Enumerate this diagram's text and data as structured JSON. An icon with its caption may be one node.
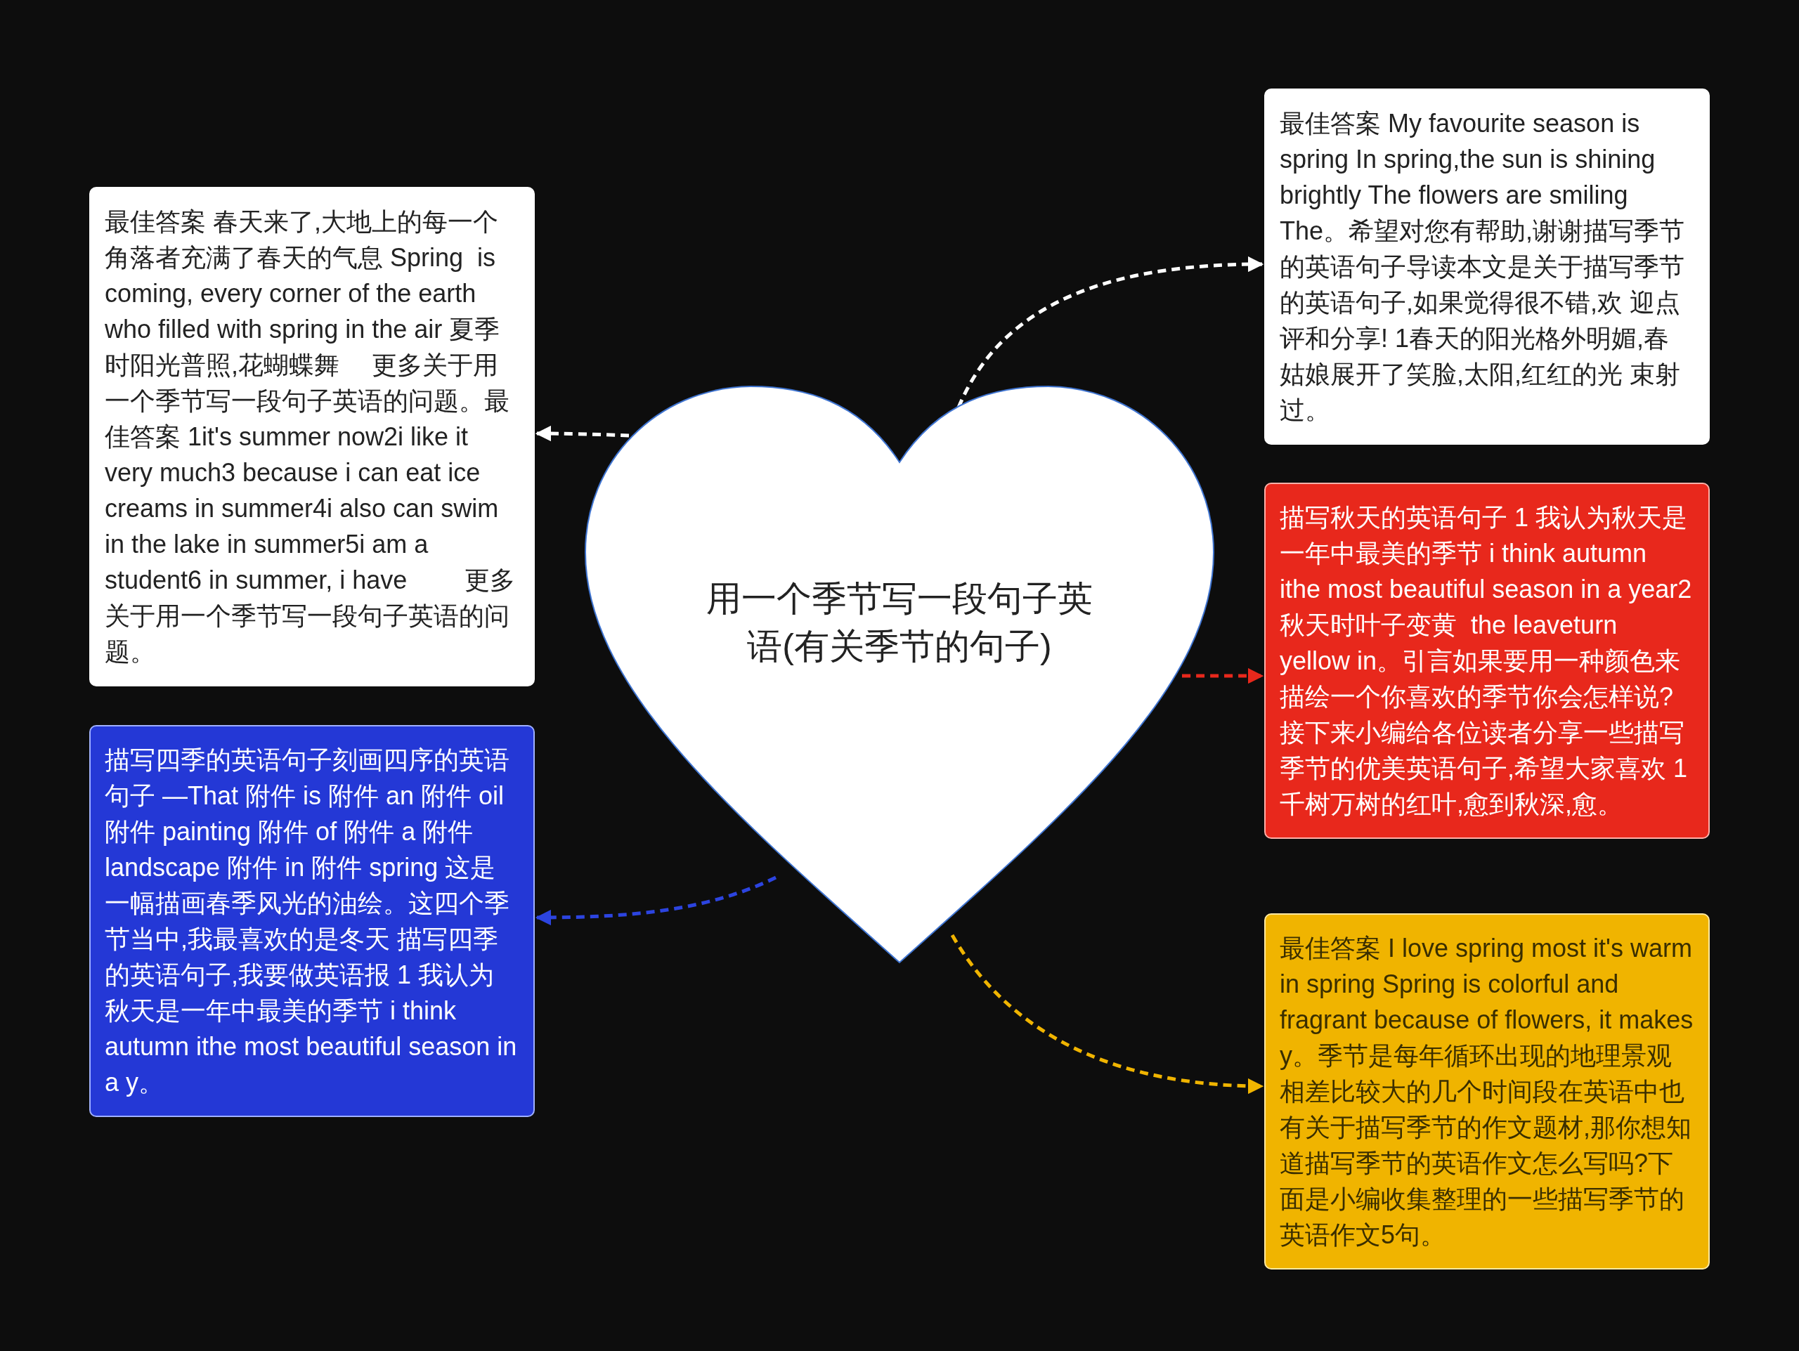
{
  "diagram": {
    "nodes": [
      {
        "text": [
          "用一个季节写一段句子英语(有关季节的句子)"
        ]
      },
      {
        "text": [
          "最佳答案 春天来了,大地上的每一个角落者充满了春天的气息 Spring  is coming, every corner of the earth who filled with spring in the air 夏季时阳光普照,花蝴蝶舞 　更多关于用一个季节写一段句子英语的问题。最佳答案 1it's summer now2i like it very much3 because i can eat ice creams in summer4i also can swim in the lake in summer5i am a student6 in summer, i have 　　更多关于用一个季节写一段句子英语的问题。"
        ]
      },
      {
        "text": [
          "描写四季的英语句子刻画四序的英语句子 —That 附件 is 附件 an 附件 oil 附件 painting 附件 of 附件 a 附件 landscape 附件 in 附件 spring 这是一幅描画春季风光的油绘。这四个季节当中,我最喜欢的是冬天 描写四季的英语句子,我要做英语报 1 我认为秋天是一年中最美的季节 i think autumn ithe most beautiful season in a y。"
        ]
      },
      {
        "text": [
          "最佳答案 My favourite season is spring In spring,the sun is shining brightly The flowers are smiling  The。希望对您有帮助,谢谢描写季节的英语句子导读本文是关于描写季节的英语句子,如果觉得很不错,欢 迎点评和分享! 1春天的阳光格外明媚,春姑娘展开了笑脸,太阳,红红的光 束射过。"
        ]
      },
      {
        "text": [
          "描写秋天的英语句子 1 我认为秋天是一年中最美的季节 i think autumn ithe most beautiful season in a year2 秋天时叶子变黄  the leaveturn yellow in。引言如果要用一种颜色来描绘一个你喜欢的季节你会怎样说?接下来小编给各位读者分享一些描写季节的优美英语句子,希望大家喜欢 1千树万树的红叶,愈到秋深,愈。"
        ]
      },
      {
        "text": [
          "最佳答案 I love spring most it's warm in spring Spring is colorful and fragrant because of flowers, it makes y。季节是每年循环出现的地理景观相差比较大的几个时间段在英语中也有关于描写季节的作文题材,那你想知道描写季节的英语作文怎么写吗?下面是小编收集整理的一些描写季节的英语作文5句。"
        ]
      }
    ],
    "edges": [
      {
        "from": 0,
        "to": 1,
        "arrow": "to",
        "style": "dashed",
        "color": "#ffffff"
      },
      {
        "from": 0,
        "to": 2,
        "arrow": "to",
        "style": "dashed",
        "color": "#2c44e0"
      },
      {
        "from": 0,
        "to": 3,
        "arrow": "to",
        "style": "dashed",
        "color": "#ffffff"
      },
      {
        "from": 0,
        "to": 4,
        "arrow": "to",
        "style": "dashed",
        "color": "#e8281c"
      },
      {
        "from": 0,
        "to": 5,
        "arrow": "to",
        "style": "dashed",
        "color": "#f0b400"
      }
    ]
  }
}
